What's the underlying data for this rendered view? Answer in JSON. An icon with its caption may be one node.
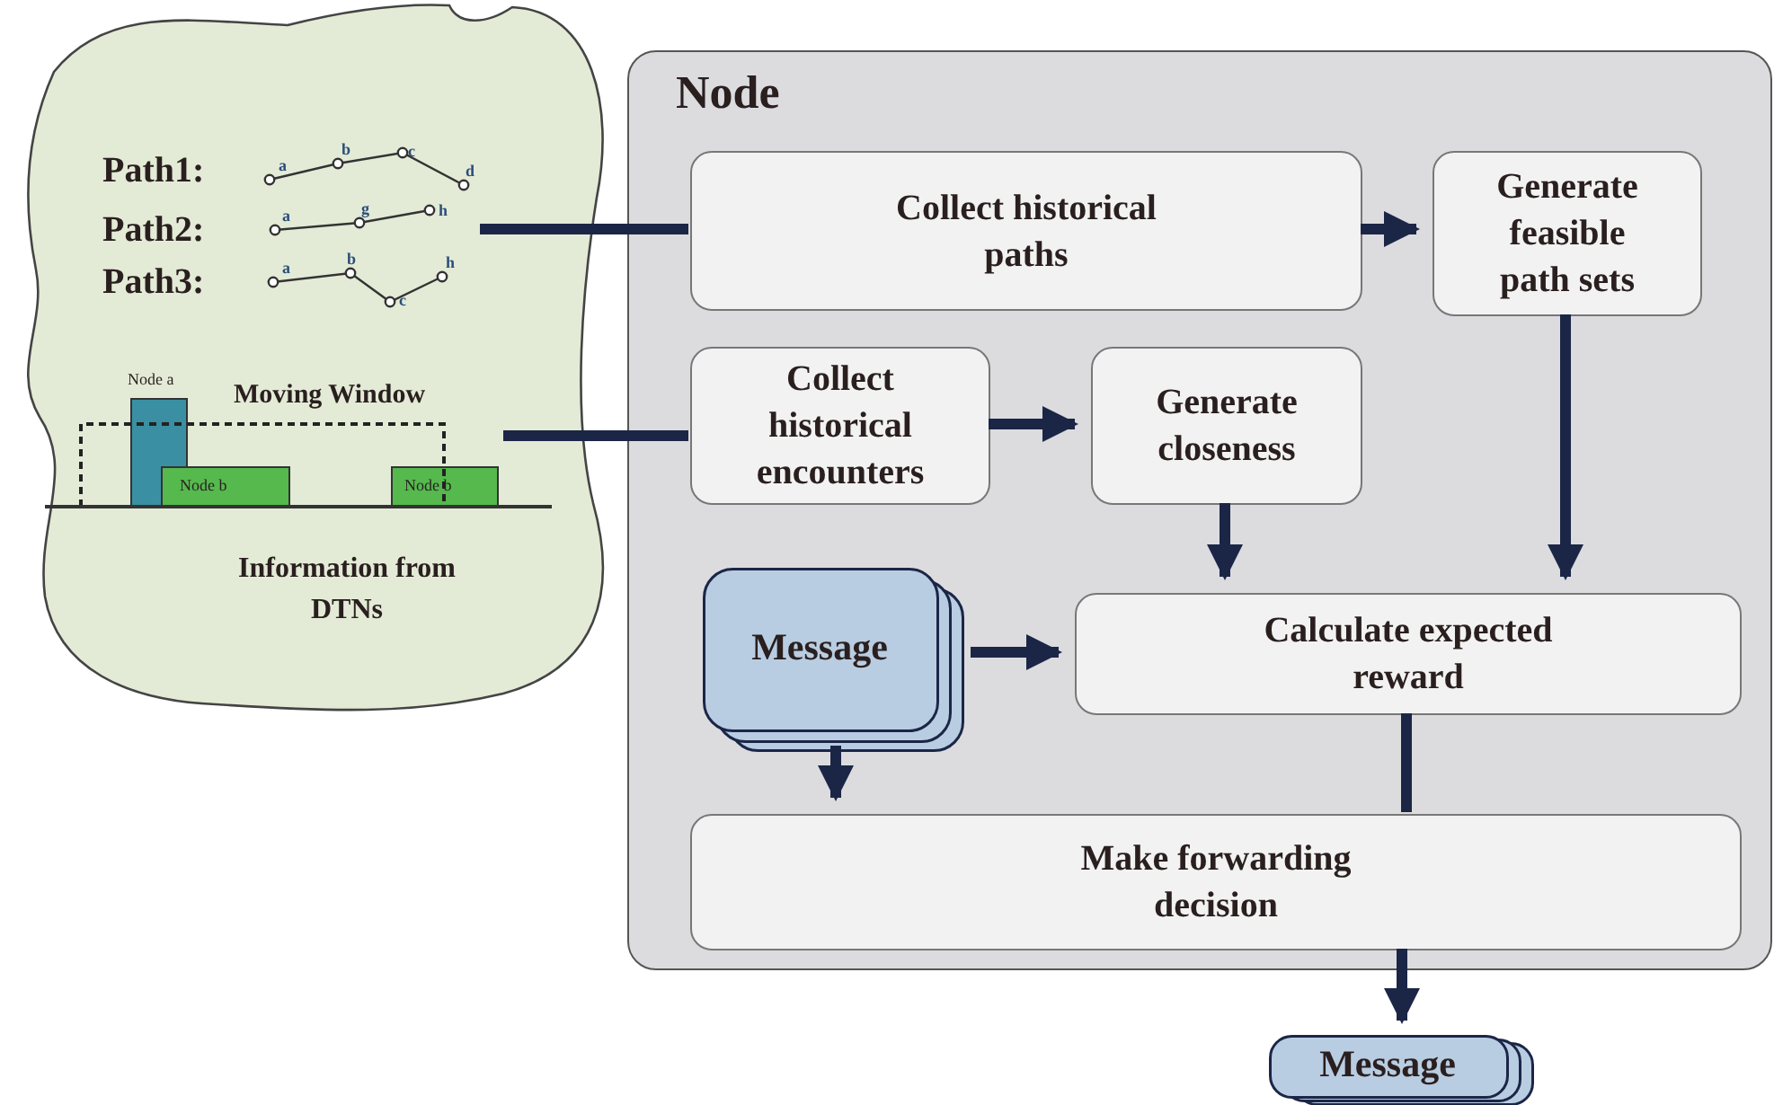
{
  "diagram": {
    "nodes": [
      {
        "text": [
          "Information from DTNs"
        ]
      },
      {
        "text": [],
        "shape": "picture",
        "in": 0
      },
      {
        "text": [],
        "shape": "picture",
        "in": 0
      },
      {
        "text": [
          "Node"
        ]
      },
      {
        "text": [
          "Collect historical paths"
        ],
        "in": 3
      },
      {
        "text": [
          "Generate feasible path sets"
        ],
        "in": 3
      },
      {
        "text": [
          "Collect historical encounters"
        ],
        "in": 3
      },
      {
        "text": [
          "Generate closeness"
        ],
        "in": 3
      },
      {
        "text": [
          "Message"
        ],
        "in": 3
      },
      {
        "text": [
          "Calculate expected reward"
        ],
        "in": 3
      },
      {
        "text": [
          "Make forwarding decision"
        ],
        "in": 3
      },
      {
        "text": [
          "Message"
        ]
      }
    ],
    "edges": [
      {
        "from": 4,
        "to": 1,
        "arrow": "none"
      },
      {
        "from": 4,
        "to": 5,
        "arrow": "to"
      },
      {
        "from": 6,
        "to": 2,
        "arrow": "none"
      },
      {
        "from": 6,
        "to": 7,
        "arrow": "to"
      },
      {
        "from": 7,
        "to": 9,
        "arrow": "to"
      },
      {
        "from": 5,
        "to": 9,
        "arrow": "to"
      },
      {
        "from": 8,
        "to": 9,
        "arrow": "to"
      },
      {
        "from": 8,
        "to": 10,
        "arrow": "to"
      },
      {
        "from": 9,
        "to": 10,
        "arrow": "none"
      },
      {
        "from": 10,
        "to": 11,
        "arrow": "to"
      }
    ],
    "labels": [
      "Path1:",
      "a",
      "b",
      "c",
      "d",
      "Path2:",
      "a",
      "g",
      "h",
      "Path3:",
      "a",
      "b",
      "c",
      "h",
      "Node a",
      "Moving Window",
      "Node b",
      "Node b"
    ]
  }
}
